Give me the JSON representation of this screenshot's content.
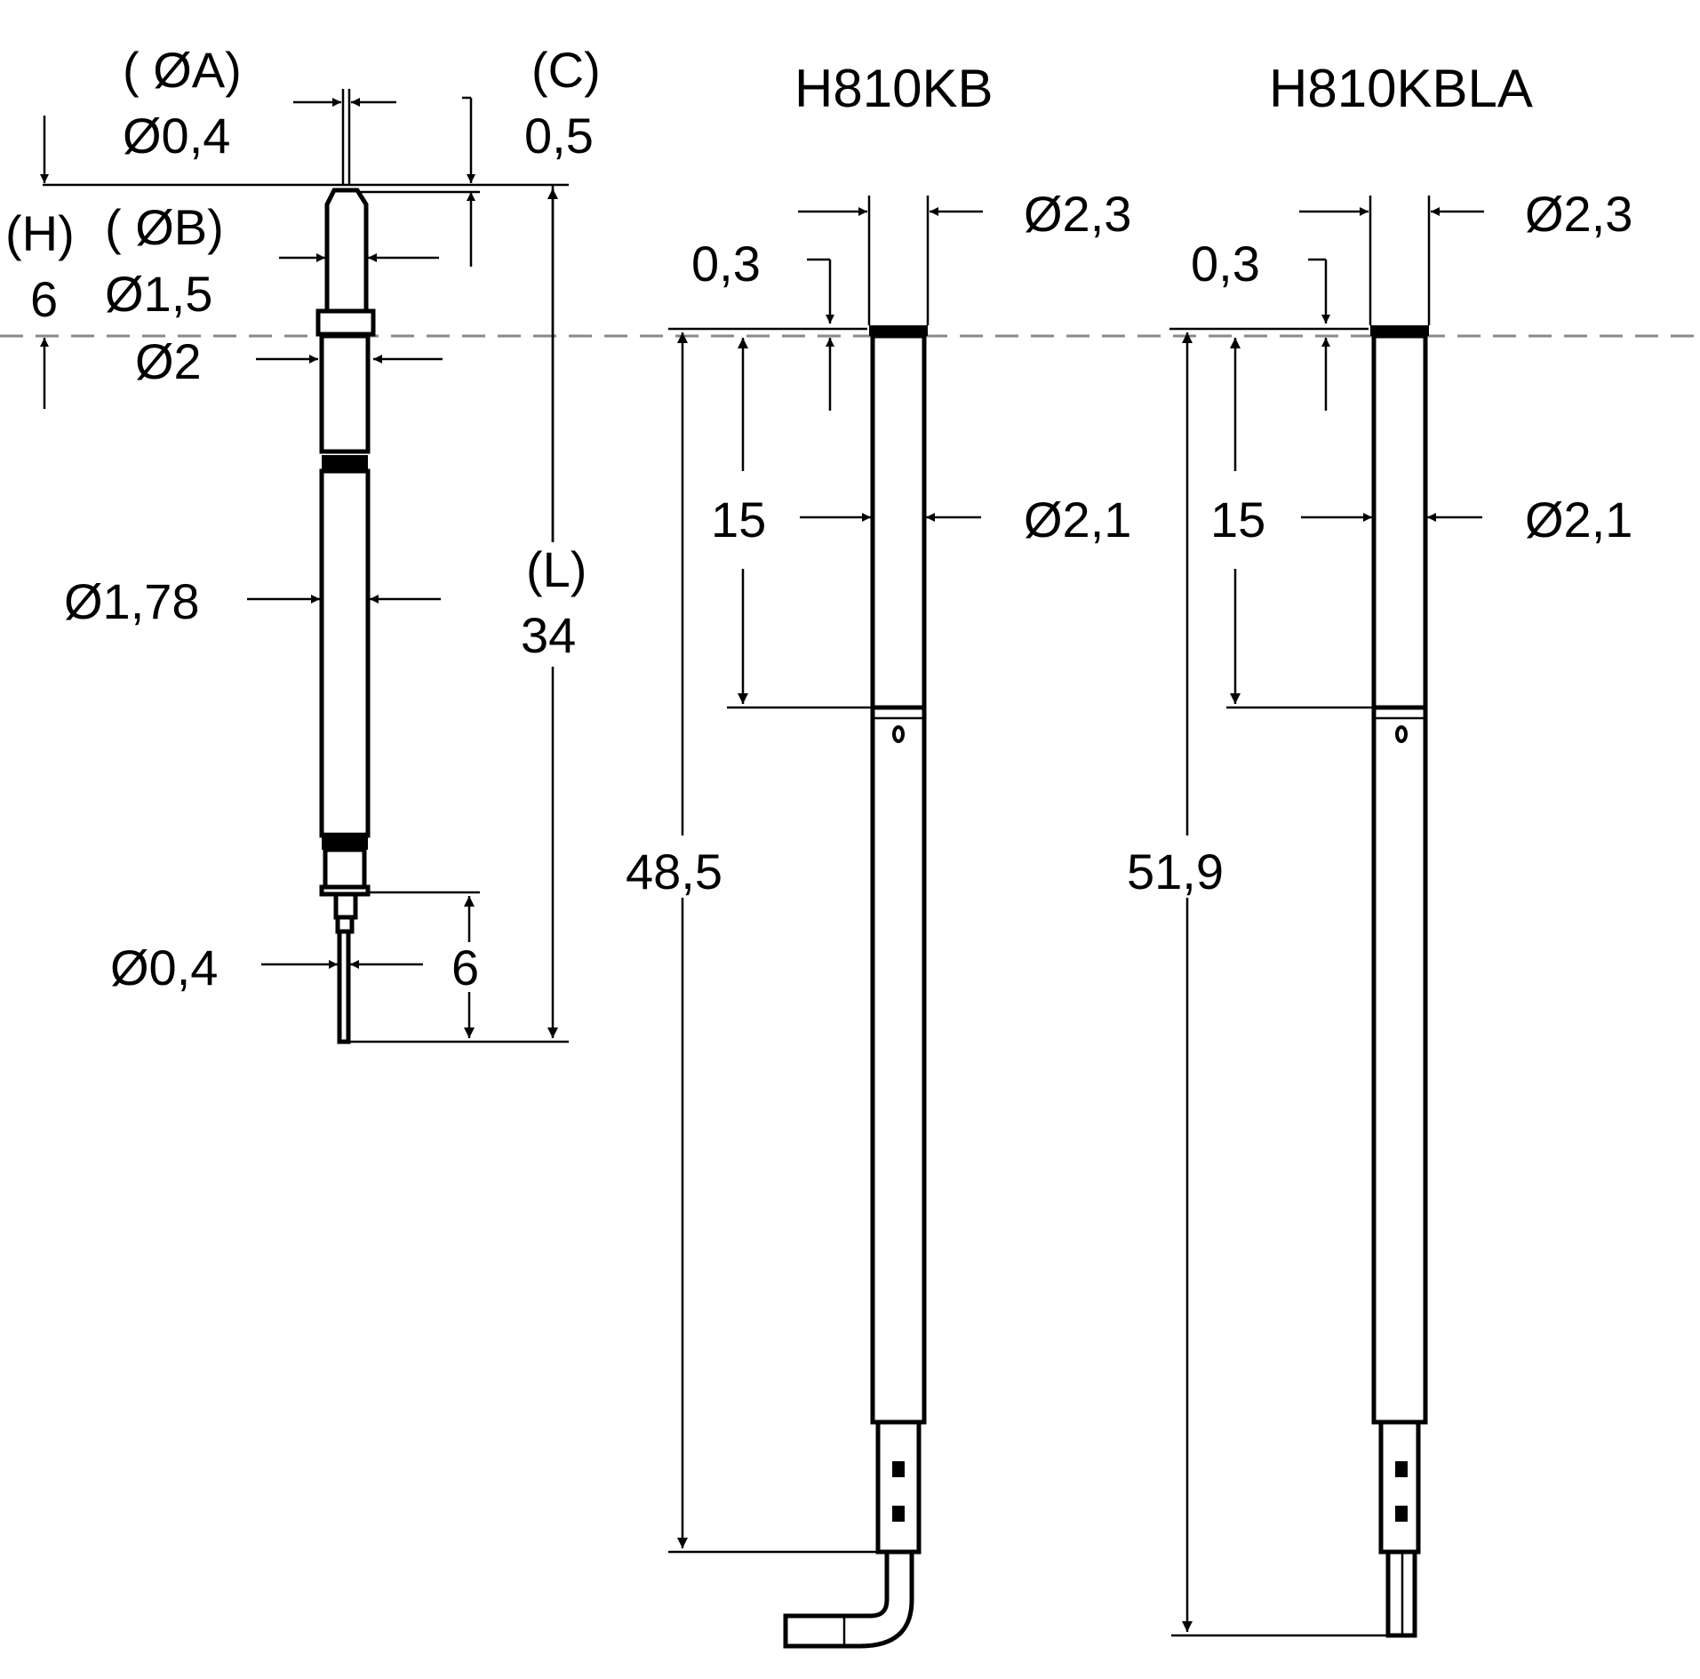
{
  "drawing": {
    "probe": {
      "tip_diameter_label": "( ØA)",
      "tip_diameter_value": "Ø0,4",
      "c_label": "(C)",
      "c_value": "0,5",
      "h_label": "(H)",
      "h_value": "6",
      "b_label": "( ØB)",
      "b_value": "Ø1,5",
      "collar_diameter": "Ø2",
      "barrel_diameter": "Ø1,78",
      "length_label": "(L)",
      "length_value": "34",
      "bottom_pin_diameter": "Ø0,4",
      "bottom_pin_length": "6"
    },
    "receptacle_kb": {
      "title": "H810KB",
      "outer_diameter": "Ø2,3",
      "collar_height": "0,3",
      "upper_section_length": "15",
      "tube_diameter": "Ø2,1",
      "total_length": "48,5"
    },
    "receptacle_kbla": {
      "title": "H810KBLA",
      "outer_diameter": "Ø2,3",
      "collar_height": "0,3",
      "upper_section_length": "15",
      "tube_diameter": "Ø2,1",
      "total_length": "51,9"
    }
  }
}
